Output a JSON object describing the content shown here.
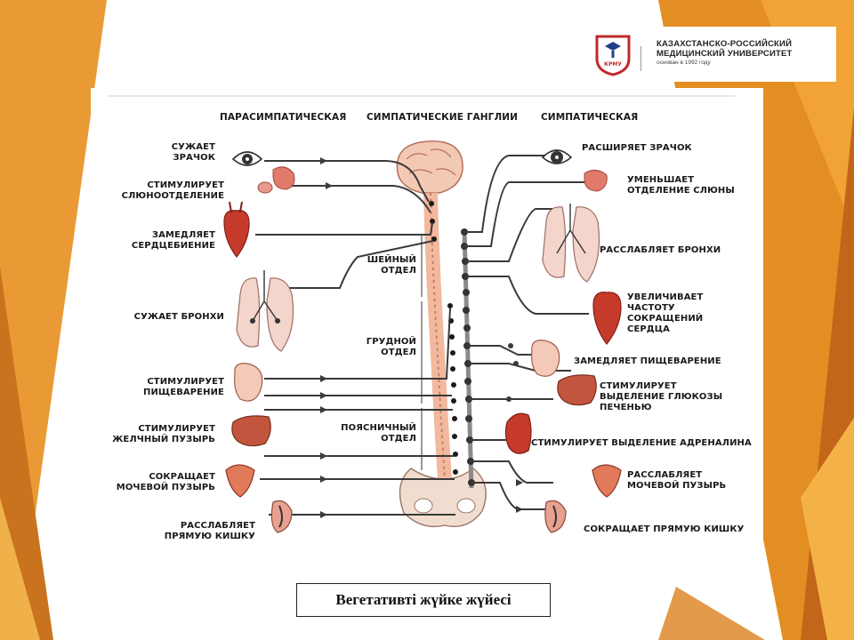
{
  "logo": {
    "emblem_text": "КРМУ",
    "line1": "КАЗАХСТАНСКО-РОССИЙСКИЙ",
    "line2": "МЕДИЦИНСКИЙ УНИВЕРСИТЕТ",
    "line3": "основан в 1992 году"
  },
  "diagram": {
    "header_left": "ПАРАСИМПАТИЧЕСКАЯ",
    "header_center": "СИМПАТИЧЕСКИЕ ГАНГЛИИ",
    "header_right": "СИМПАТИЧЕСКАЯ",
    "left_labels": [
      "СУЖАЕТ\nЗРАЧОК",
      "СТИМУЛИРУЕТ\nСЛЮНООТДЕЛЕНИЕ",
      "ЗАМЕДЛЯЕТ\nСЕРДЦЕБИЕНИЕ",
      "СУЖАЕТ БРОНХИ",
      "СТИМУЛИРУЕТ\nПИЩЕВАРЕНИЕ",
      "СТИМУЛИРУЕТ\nЖЕЛЧНЫЙ ПУЗЫРЬ",
      "СОКРАЩАЕТ\nМОЧЕВОЙ ПУЗЫРЬ",
      "РАССЛАБЛЯЕТ\nПРЯМУЮ КИШКУ"
    ],
    "spine_labels": [
      "ШЕЙНЫЙ\nОТДЕЛ",
      "ГРУДНОЙ\nОТДЕЛ",
      "ПОЯСНИЧНЫЙ\nОТДЕЛ"
    ],
    "right_labels": [
      "РАСШИРЯЕТ ЗРАЧОК",
      "УМЕНЬШАЕТ\nОТДЕЛЕНИЕ СЛЮНЫ",
      "РАССЛАБЛЯЕТ БРОНХИ",
      "УВЕЛИЧИВАЕТ\nЧАСТОТУ\nСОКРАЩЕНИЙ\nСЕРДЦА",
      "ЗАМЕДЛЯЕТ ПИЩЕВАРЕНИЕ",
      "СТИМУЛИРУЕТ\nВЫДЕЛЕНИЕ ГЛЮКОЗЫ\nПЕЧЕНЬЮ",
      "СТИМУЛИРУЕТ ВЫДЕЛЕНИЕ АДРЕНАЛИНА",
      "РАССЛАБЛЯЕТ\nМОЧЕВОЙ ПУЗЫРЬ",
      "СОКРАЩАЕТ ПРЯМУЮ КИШКУ"
    ]
  },
  "caption": "Вегетативті жүйке жүйесі",
  "colors": {
    "accent_orange": "#e08a1e",
    "accent_dark": "#b9661a",
    "logo_red": "#c0282d",
    "organ_red": "#c53a2a"
  }
}
